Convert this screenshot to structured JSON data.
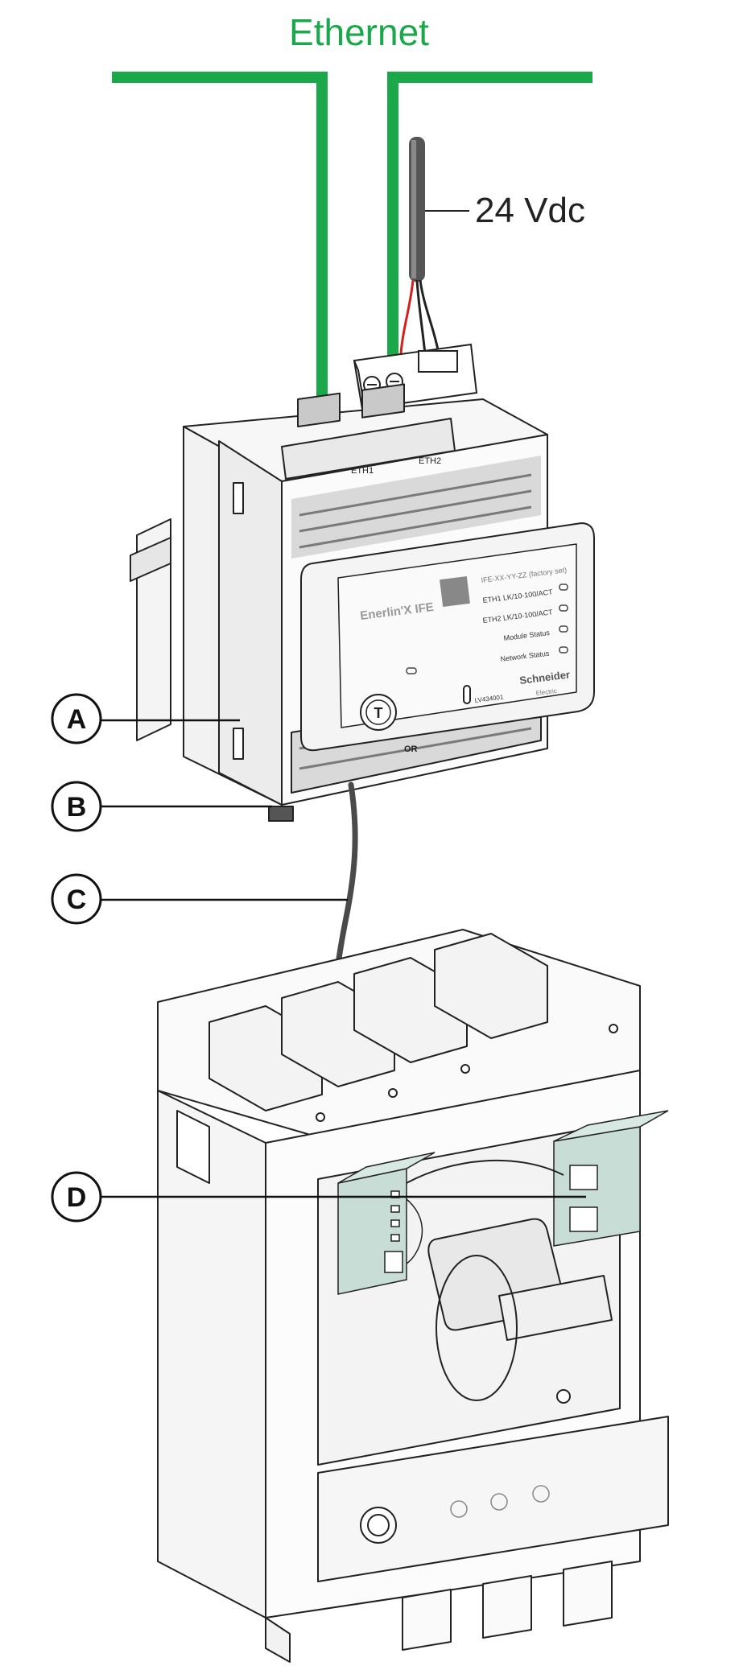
{
  "labels": {
    "ethernet": "Ethernet",
    "supply": "24 Vdc"
  },
  "callouts": {
    "a": "A",
    "b": "B",
    "c": "C",
    "d": "D"
  },
  "module": {
    "name": "Enerlin'X IFE",
    "ip_tag": "IFE-XX-YY-ZZ (factory set)",
    "leds": [
      {
        "label": "ETH1  LK/10-100/ACT"
      },
      {
        "label": "ETH2  LK/10-100/ACT"
      },
      {
        "label": "Module Status"
      },
      {
        "label": "Network Status"
      }
    ],
    "port1": "ETH1",
    "port2": "ETH2",
    "brand": "Schneider",
    "brand_sub": "Electric",
    "ref": "LV434001",
    "test_button": "T",
    "or_text": "OR"
  },
  "colors": {
    "ethernet": "#1aa84a",
    "cable": "#4a4a4a",
    "adapter": "#c7ddd6",
    "line": "#222222"
  }
}
